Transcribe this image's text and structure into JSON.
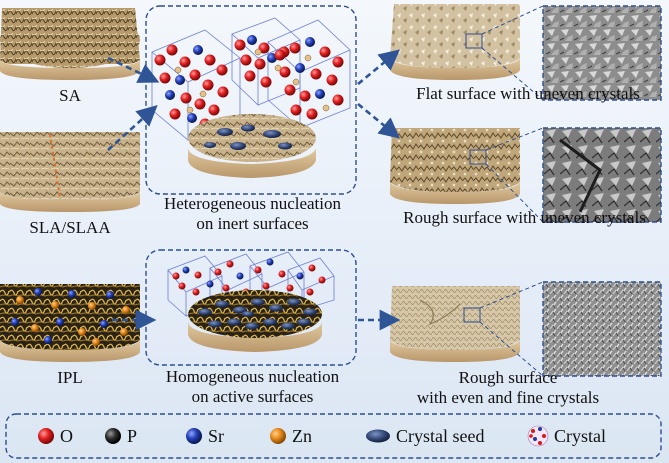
{
  "labels": {
    "sa": "SA",
    "sla": "SLA/SLAA",
    "ipl": "IPL",
    "hetero_line1": "Heterogeneous nucleation",
    "hetero_line2": "on inert surfaces",
    "homo_line1": "Homogeneous nucleation",
    "homo_line2": "on active surfaces",
    "flat": "Flat surface with uneven crystals",
    "rough": "Rough surface with uneven crystals",
    "rough_even_line1": "Rough surface",
    "rough_even_line2": "with even and fine crystals"
  },
  "legend": [
    {
      "symbol": "sphere",
      "label": "O",
      "color": "#d81818"
    },
    {
      "symbol": "sphere",
      "label": "P",
      "color": "#2a2a2a"
    },
    {
      "symbol": "sphere",
      "label": "Sr",
      "color": "#1f3aa0"
    },
    {
      "symbol": "sphere",
      "label": "Zn",
      "color": "#e08a1a"
    },
    {
      "symbol": "seed",
      "label": "Crystal seed",
      "color": "#2c3f6a"
    },
    {
      "symbol": "crystal",
      "label": "Crystal",
      "color": "#8a3b8f"
    }
  ],
  "colors": {
    "dashed": "#2d4f8f",
    "arrow": "#2f5597",
    "disk_side": "#d6b98e"
  }
}
